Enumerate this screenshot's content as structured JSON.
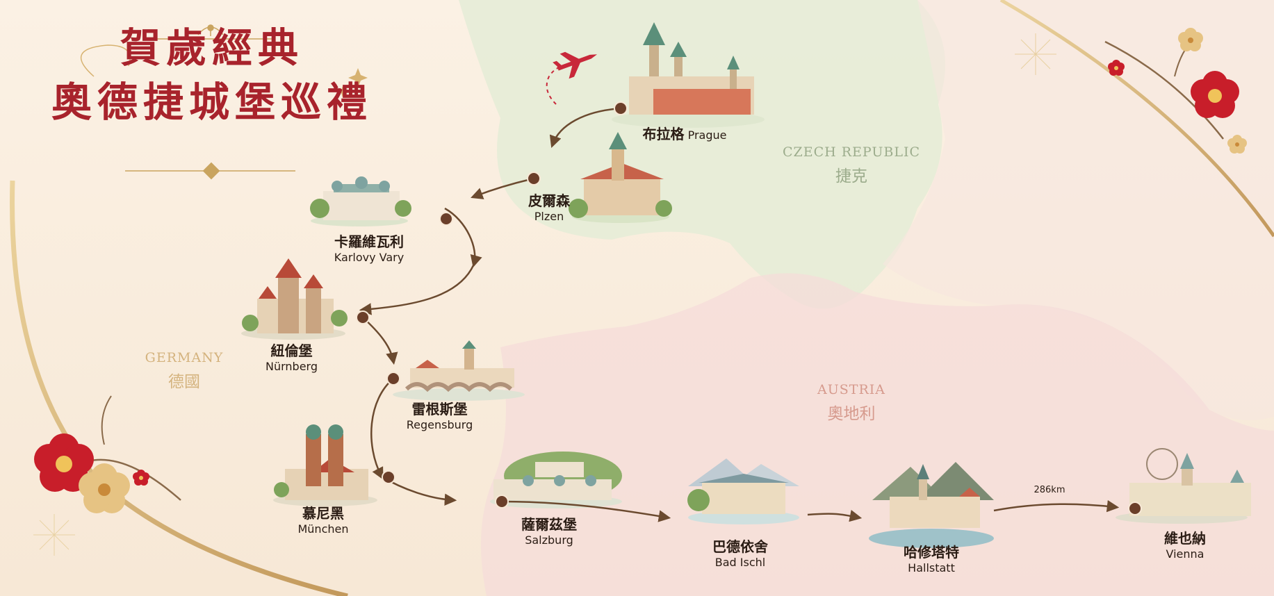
{
  "title": {
    "line1": "賀歲經典",
    "line2": "奧德捷城堡巡禮"
  },
  "countries": {
    "czech": {
      "en": "CZECH REPUBLIC",
      "zh": "捷克"
    },
    "germany": {
      "en": "GERMANY",
      "zh": "德國"
    },
    "austria": {
      "en": "AUSTRIA",
      "zh": "奧地利"
    }
  },
  "stops": [
    {
      "zh": "布拉格",
      "en": "Prague"
    },
    {
      "zh": "皮爾森",
      "en": "Plzen"
    },
    {
      "zh": "卡羅維瓦利",
      "en": "Karlovy Vary"
    },
    {
      "zh": "紐倫堡",
      "en": "Nürnberg"
    },
    {
      "zh": "雷根斯堡",
      "en": "Regensburg"
    },
    {
      "zh": "慕尼黑",
      "en": "München"
    },
    {
      "zh": "薩爾茲堡",
      "en": "Salzburg"
    },
    {
      "zh": "巴德依舍",
      "en": "Bad Ischl"
    },
    {
      "zh": "哈修塔特",
      "en": "Hallstatt"
    },
    {
      "zh": "維也納",
      "en": "Vienna"
    }
  ],
  "distance_label": "286km",
  "colors": {
    "title": "#a8232c",
    "route": "#6b4a2f",
    "plane": "#c8283a",
    "czech_region": "#e3ecd6",
    "austria_region": "#f5dcda"
  }
}
